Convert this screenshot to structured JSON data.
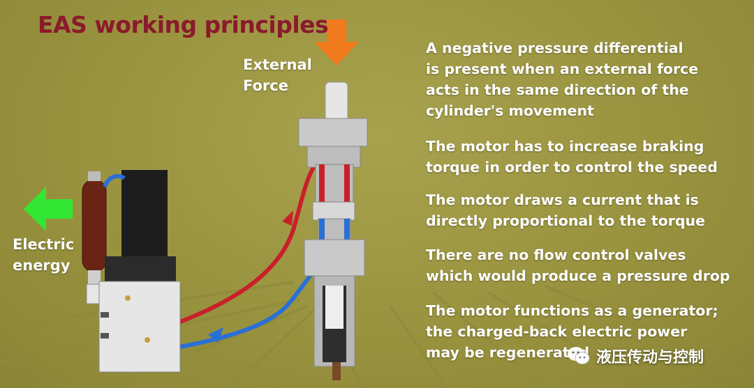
{
  "title": "EAS working principles",
  "labels": {
    "external_force": [
      "External",
      "Force"
    ],
    "electric_energy": [
      "Electric",
      "energy"
    ]
  },
  "bullets": [
    [
      "A negative pressure differential",
      "is present when an external force",
      "acts in the same direction of the",
      "cylinder's movement"
    ],
    [
      "The motor has to increase braking",
      "torque in order to control the speed"
    ],
    [
      "The motor draws a current that is",
      "directly proportional to the torque"
    ],
    [
      "There are no flow control valves",
      "which would produce a pressure drop"
    ],
    [
      "The motor functions as a generator;",
      "the charged-back electric power",
      "may be regenerated"
    ]
  ],
  "watermark": "液压传动与控制",
  "colors": {
    "background": "#9e9844",
    "title": "#8b1a2b",
    "force_arrow": "#f07a1c",
    "energy_arrow": "#33e633",
    "red_line": "#c8202a",
    "blue_line": "#2a6fd6"
  }
}
